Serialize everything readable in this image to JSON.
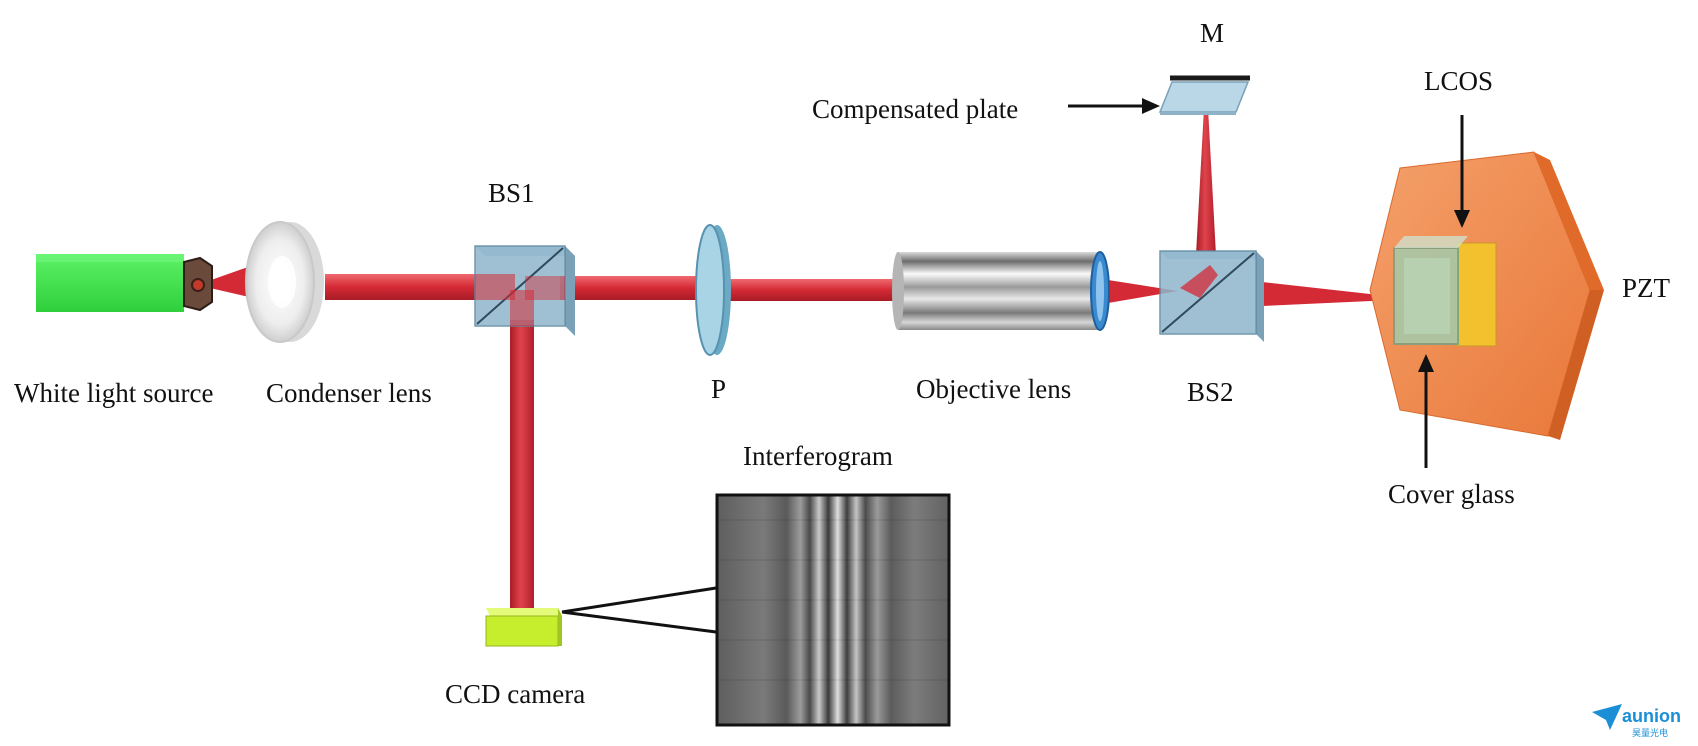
{
  "labels": {
    "white_light_source": "White light source",
    "condenser_lens": "Condenser lens",
    "bs1": "BS1",
    "p": "P",
    "objective_lens": "Objective lens",
    "bs2": "BS2",
    "m": "M",
    "compensated_plate": "Compensated plate",
    "lcos": "LCOS",
    "pzt": "PZT",
    "cover_glass": "Cover glass",
    "interferogram": "Interferogram",
    "ccd_camera": "CCD camera"
  },
  "watermark": {
    "text": "aunion",
    "subtext": "昊量光电"
  },
  "colors": {
    "beam": "#d42a35",
    "source": "#3fe34c",
    "camera": "#c6ee2d",
    "pzt": "#f08a4c",
    "lcos": "#f3c02e",
    "cube": "#8fb6cc",
    "watermark": "#1a8fd6"
  }
}
